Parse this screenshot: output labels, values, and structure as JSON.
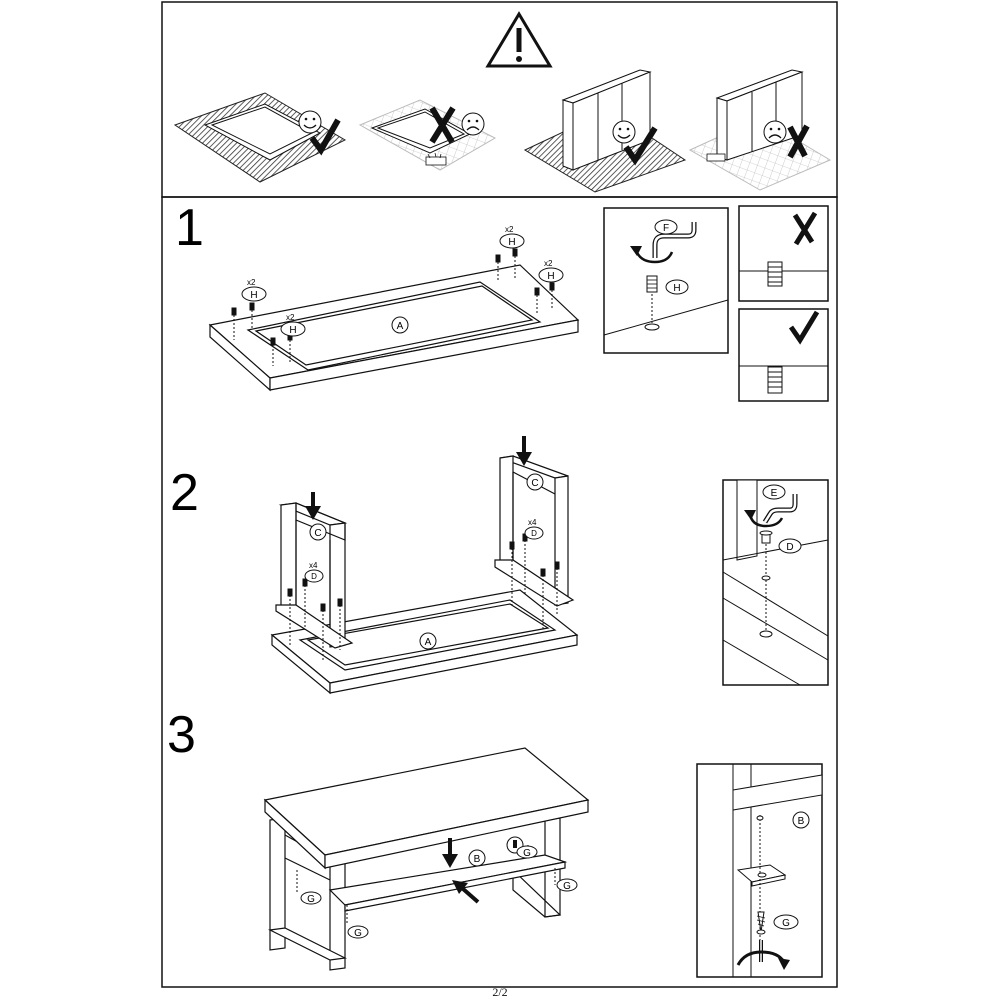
{
  "page": {
    "number": "2/2"
  },
  "steps": {
    "s1": {
      "number": "1",
      "panel_label": "A",
      "qty_h1": "x2",
      "h1": "H",
      "qty_h2": "x2",
      "h2": "H",
      "qty_h3": "x2",
      "h3": "H",
      "qty_h4": "x2",
      "h4": "H",
      "detail_tool": "F",
      "detail_part": "H"
    },
    "s2": {
      "number": "2",
      "panel_label": "A",
      "leg_left": "C",
      "leg_right": "C",
      "qty_d1": "x4",
      "d1": "D",
      "qty_d2": "x4",
      "d2": "D",
      "detail_tool": "E",
      "detail_part": "D"
    },
    "s3": {
      "number": "3",
      "shelf_label": "B",
      "g1": "G",
      "g2": "G",
      "g3": "G",
      "g4": "G",
      "detail_shelf": "B",
      "detail_part": "G"
    }
  },
  "colors": {
    "line": "#111111",
    "gray": "#555555",
    "light": "#dddddd"
  }
}
